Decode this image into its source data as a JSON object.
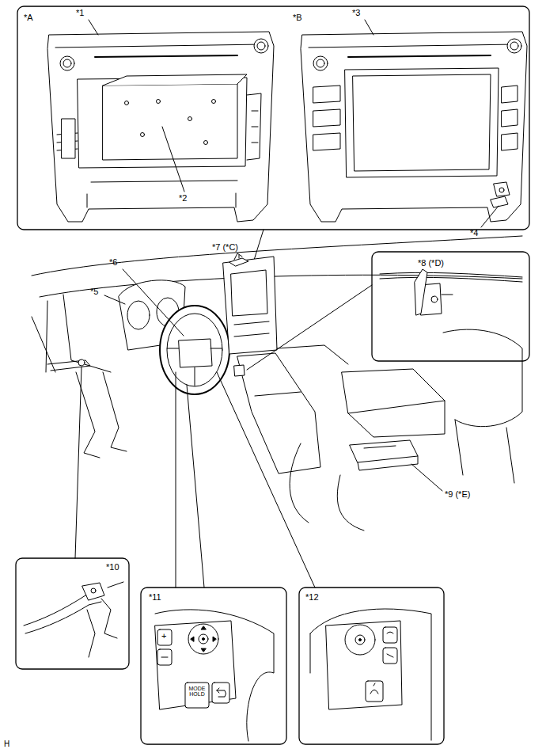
{
  "diagram": {
    "labels": [
      "*A",
      "*1",
      "*B",
      "*3",
      "*2",
      "*4",
      "*7 (*C)",
      "*6",
      "*5",
      "*8 (*D)",
      "*9 (*E)",
      "*10",
      "*11",
      "*12",
      "+",
      "MODE HOLD",
      "H"
    ]
  }
}
